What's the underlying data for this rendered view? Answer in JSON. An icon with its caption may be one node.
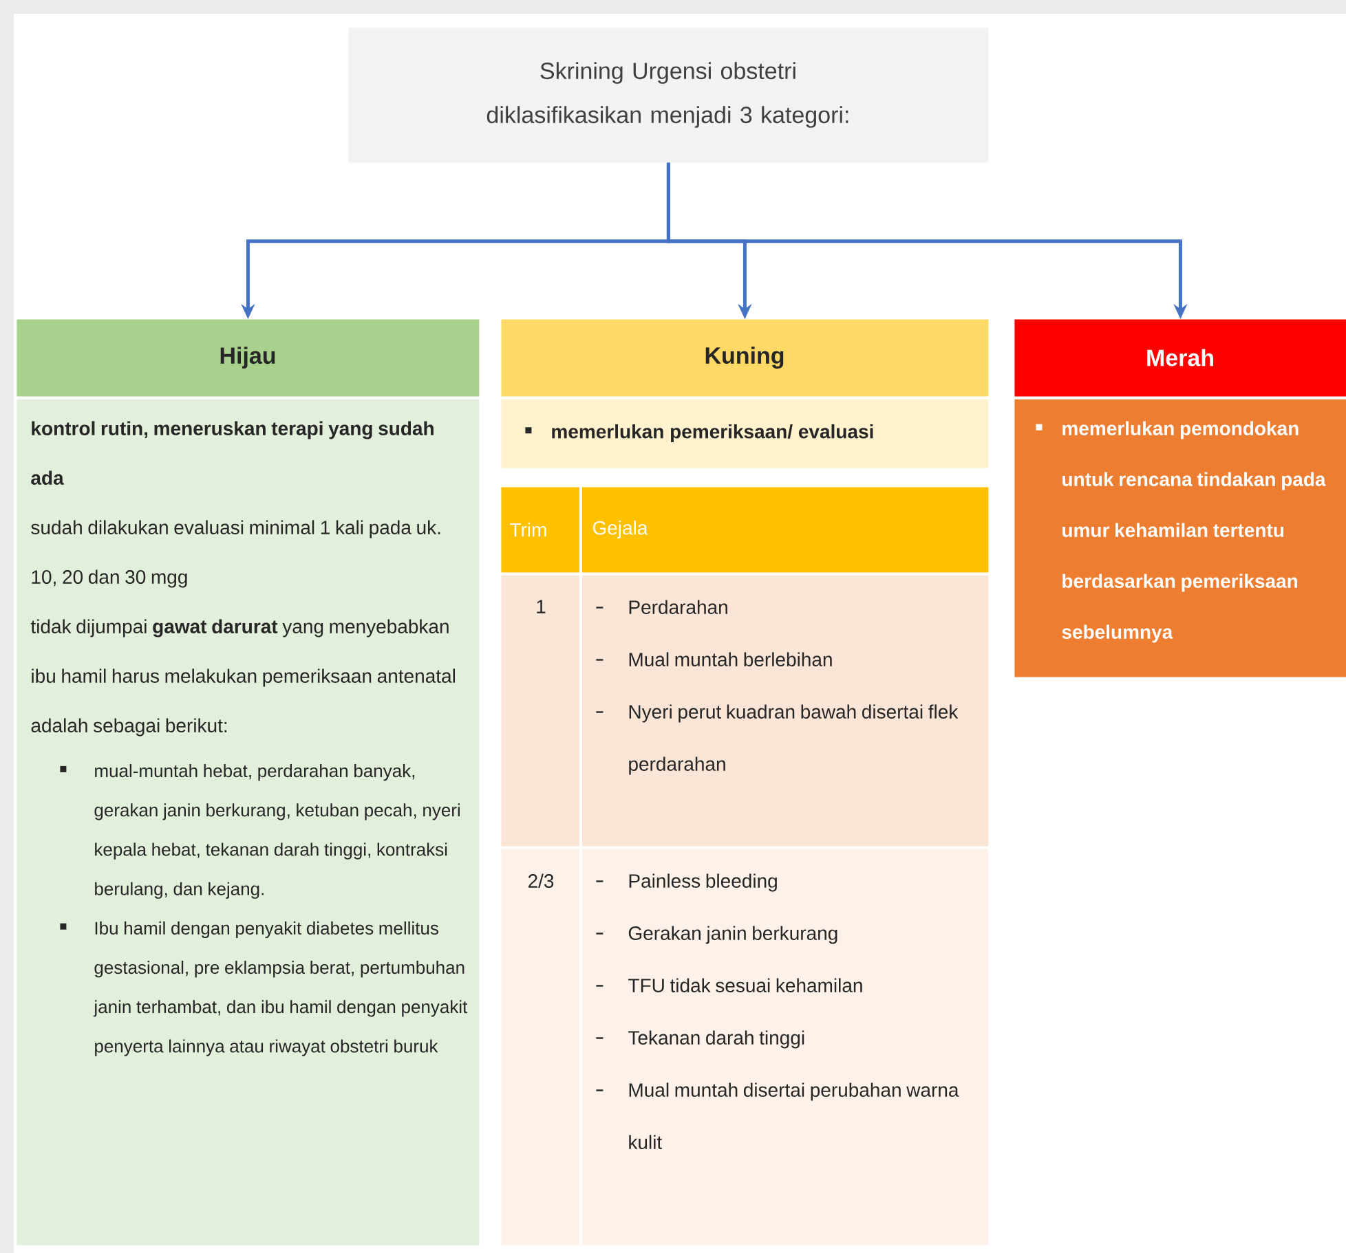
{
  "diagram": {
    "nodes": [
      {
        "text": [
          "Skrining Urgensi obstetri diklasifikasikan menjadi 3 kategori:"
        ]
      },
      {
        "text": [
          "Hijau"
        ]
      },
      {
        "text": [
          "Kuning"
        ]
      },
      {
        "text": [
          "Merah"
        ]
      },
      {
        "text": [
          "kontrol rutin, meneruskan terapi yang sudah ada",
          "sudah dilakukan evaluasi minimal 1 kali pada uk. 10, 20 dan 30 mgg",
          "tidak dijumpai **gawat darurat** yang menyebabkan ibu hamil harus melakukan pemeriksaan antenatal adalah sebagai berikut:",
          "mual-muntah hebat, perdarahan banyak, gerakan janin berkurang, ketuban pecah, nyeri kepala hebat, tekanan darah tinggi, kontraksi berulang, dan kejang.",
          "Ibu hamil dengan penyakit diabetes mellitus gestasional, pre eklampsia berat, pertumbuhan janin terhambat, dan ibu hamil dengan penyakit penyerta lainnya atau riwayat obstetri buruk"
        ]
      },
      {
        "text": [
          "memerlukan pemeriksaan/ evaluasi"
        ]
      },
      {
        "text": [
          "Trim",
          "Gejala"
        ]
      },
      {
        "text": [
          "1",
          "Perdarahan",
          "Mual muntah berlebihan",
          "Nyeri perut kuadran bawah disertai flek perdarahan"
        ]
      },
      {
        "text": [
          "2/3",
          "Painless bleeding",
          "Gerakan janin berkurang",
          "TFU tidak sesuai kehamilan",
          "Tekanan darah tinggi",
          "Mual muntah disertai perubahan warna kulit"
        ]
      },
      {
        "text": [
          "memerlukan pemondokan untuk rencana tindakan pada umur kehamilan tertentu berdasarkan pemeriksaan sebelumnya"
        ]
      }
    ],
    "edges": [
      {
        "from": 0,
        "to": 1,
        "arrow": "to"
      },
      {
        "from": 0,
        "to": 2,
        "arrow": "to"
      },
      {
        "from": 0,
        "to": 3,
        "arrow": "to"
      }
    ]
  }
}
